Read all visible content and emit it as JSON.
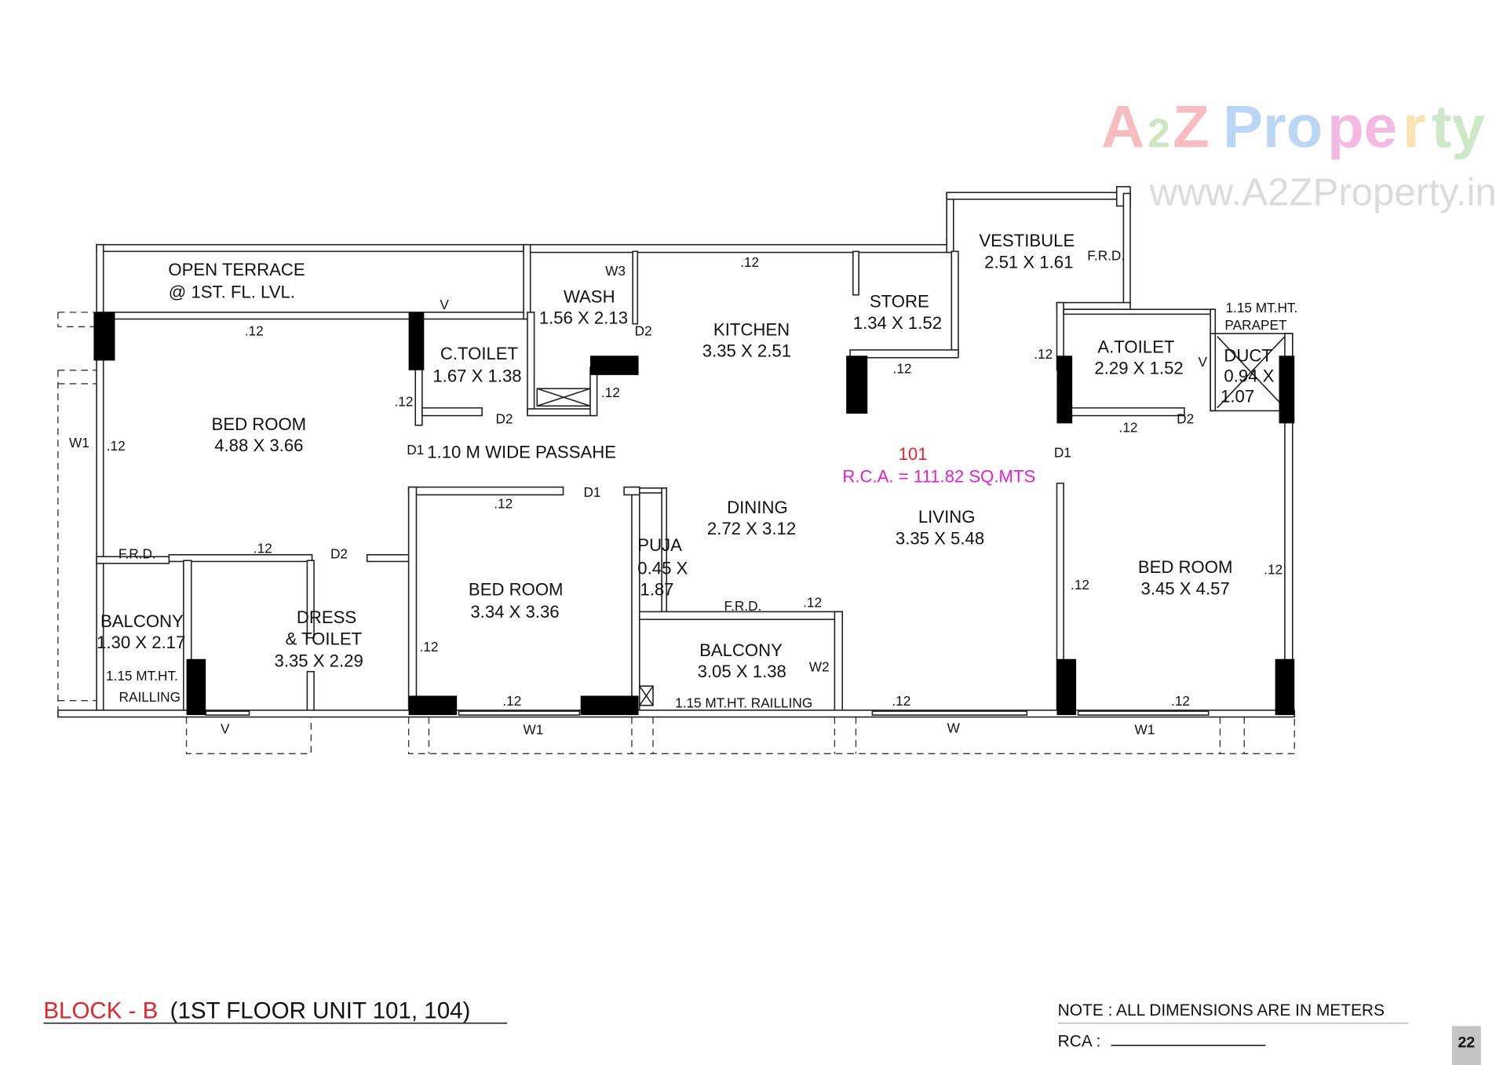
{
  "watermark": {
    "brand": "A2Z Property",
    "url": "www.A2ZProperty.in"
  },
  "plan": {
    "unit_number": "101",
    "rca": "R.C.A. = 111.82 SQ.MTS",
    "unit_color": "#e0262b",
    "rca_color": "#e020d0",
    "rooms": {
      "open_terrace": [
        "OPEN TERRACE",
        "@ 1ST. FL. LVL."
      ],
      "bed_room_1": [
        "BED ROOM",
        "4.88 X 3.66"
      ],
      "c_toilet": [
        "C.TOILET",
        "1.67 X 1.38"
      ],
      "wash": [
        "WASH",
        "1.56 X 2.13"
      ],
      "kitchen": [
        "KITCHEN",
        "3.35 X 2.51"
      ],
      "store": [
        "STORE",
        "1.34 X 1.52"
      ],
      "vestibule": [
        "VESTIBULE",
        "2.51 X 1.61"
      ],
      "a_toilet": [
        "A.TOILET",
        "2.29 X 1.52"
      ],
      "duct": [
        "DUCT",
        "0.94 X",
        "1.07"
      ],
      "passage": "1.10 M WIDE PASSAHE",
      "dining": [
        "DINING",
        "2.72 X 3.12"
      ],
      "living": [
        "LIVING",
        "3.35 X 5.48"
      ],
      "puja": [
        "PUJA",
        "0.45 X",
        "1.87"
      ],
      "bed_room_2": [
        "BED ROOM",
        "3.34 X 3.36"
      ],
      "bed_room_3": [
        "BED ROOM",
        "3.45 X 4.57"
      ],
      "balcony_1": [
        "BALCONY",
        "1.30 X 2.17"
      ],
      "dress_toilet": [
        "DRESS",
        "& TOILET",
        "3.35 X 2.29"
      ],
      "balcony_2": [
        "BALCONY",
        "3.05 X 1.38"
      ]
    },
    "notes": {
      "parapet": [
        "1.15 MT.HT.",
        "PARAPET"
      ],
      "railing_1": [
        "1.15 MT.HT.",
        "RAILLING"
      ],
      "railing_2": "1.15 MT.HT. RAILLING"
    },
    "marks": {
      "wall": ".12",
      "d1": "D1",
      "d2": "D2",
      "w": "W",
      "w1": "W1",
      "w2": "W2",
      "w3": "W3",
      "v": "V",
      "frd": "F.R.D."
    }
  },
  "footer": {
    "block": "BLOCK - B",
    "floor": "(1ST FLOOR UNIT 101, 104)",
    "note": "NOTE : ALL DIMENSIONS ARE IN METERS",
    "rca_label": "RCA :",
    "page_number": "22",
    "block_color": "#e0262b"
  }
}
